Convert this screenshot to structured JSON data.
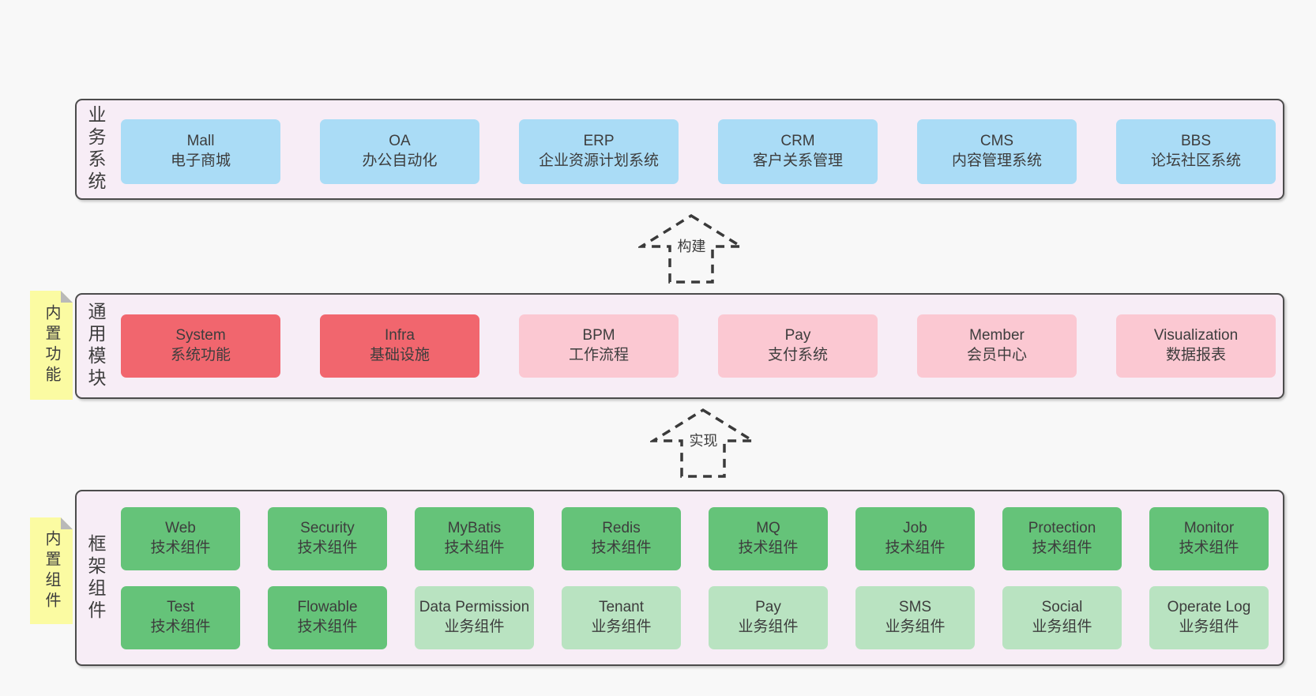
{
  "arrows": {
    "build": "构建",
    "implement": "实现"
  },
  "business": {
    "label": "业务系统",
    "items": [
      {
        "name": "Mall",
        "desc": "电子商城"
      },
      {
        "name": "OA",
        "desc": "办公自动化"
      },
      {
        "name": "ERP",
        "desc": "企业资源计划系统"
      },
      {
        "name": "CRM",
        "desc": "客户关系管理"
      },
      {
        "name": "CMS",
        "desc": "内容管理系统"
      },
      {
        "name": "BBS",
        "desc": "论坛社区系统"
      }
    ]
  },
  "modules": {
    "note": "内置功能",
    "label": "通用模块",
    "items": [
      {
        "name": "System",
        "desc": "系统功能",
        "variant": "red"
      },
      {
        "name": "Infra",
        "desc": "基础设施",
        "variant": "red"
      },
      {
        "name": "BPM",
        "desc": "工作流程",
        "variant": "pink"
      },
      {
        "name": "Pay",
        "desc": "支付系统",
        "variant": "pink"
      },
      {
        "name": "Member",
        "desc": "会员中心",
        "variant": "pink"
      },
      {
        "name": "Visualization",
        "desc": "数据报表",
        "variant": "pink"
      }
    ]
  },
  "components": {
    "note": "内置组件",
    "label": "框架组件",
    "row1": [
      {
        "name": "Web",
        "desc": "技术组件",
        "variant": "green"
      },
      {
        "name": "Security",
        "desc": "技术组件",
        "variant": "green"
      },
      {
        "name": "MyBatis",
        "desc": "技术组件",
        "variant": "green"
      },
      {
        "name": "Redis",
        "desc": "技术组件",
        "variant": "green"
      },
      {
        "name": "MQ",
        "desc": "技术组件",
        "variant": "green"
      },
      {
        "name": "Job",
        "desc": "技术组件",
        "variant": "green"
      },
      {
        "name": "Protection",
        "desc": "技术组件",
        "variant": "green"
      },
      {
        "name": "Monitor",
        "desc": "技术组件",
        "variant": "green"
      }
    ],
    "row2": [
      {
        "name": "Test",
        "desc": "技术组件",
        "variant": "green"
      },
      {
        "name": "Flowable",
        "desc": "技术组件",
        "variant": "green"
      },
      {
        "name": "Data Permission",
        "desc": "业务组件",
        "variant": "lightgreen"
      },
      {
        "name": "Tenant",
        "desc": "业务组件",
        "variant": "lightgreen"
      },
      {
        "name": "Pay",
        "desc": "业务组件",
        "variant": "lightgreen"
      },
      {
        "name": "SMS",
        "desc": "业务组件",
        "variant": "lightgreen"
      },
      {
        "name": "Social",
        "desc": "业务组件",
        "variant": "lightgreen"
      },
      {
        "name": "Operate Log",
        "desc": "业务组件",
        "variant": "lightgreen"
      }
    ]
  },
  "colors": {
    "page_bg": "#f8f8f8",
    "layer_bg": "#f7edf6",
    "layer_border": "#4c4c4c",
    "blue": "#aadcf6",
    "red": "#f1666e",
    "pink": "#fbc8d2",
    "green": "#65c379",
    "light_green": "#b9e3c1",
    "note_yellow": "#fbfba2",
    "note_fold": "#b9b9b9",
    "text": "#3d3d3d"
  }
}
